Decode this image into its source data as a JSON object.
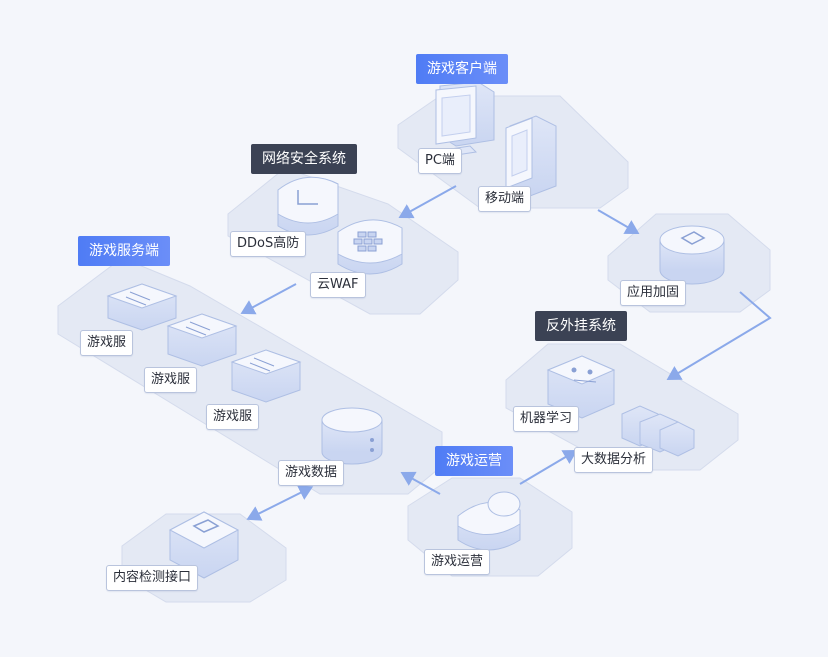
{
  "colors": {
    "background": "#f4f6fb",
    "platform": "#e4e9f4",
    "arrow": "#8ba9ea",
    "blue_header": "#5580f5",
    "dark_header": "#3b4254",
    "icon_face": "#e9eefb"
  },
  "headers": {
    "game_client": "游戏客户端",
    "network_security": "网络安全系统",
    "game_server": "游戏服务端",
    "anti_cheat": "反外挂系统",
    "game_operation": "游戏运营"
  },
  "labels": {
    "pc": "PC端",
    "mobile": "移动端",
    "ddos": "DDoS高防",
    "waf": "云WAF",
    "app_hardening": "应用加固",
    "game_server_1": "游戏服",
    "game_server_2": "游戏服",
    "game_server_3": "游戏服",
    "game_data": "游戏数据",
    "machine_learning": "机器学习",
    "big_data": "大数据分析",
    "operation": "游戏运营",
    "content_api": "内容检测接口"
  },
  "icons": {
    "pc": "pc-monitor-icon",
    "mobile": "mobile-phone-icon",
    "ddos": "shield-icon",
    "waf": "firewall-shield-icon",
    "app_hardening": "lock-icon",
    "server": "server-icon",
    "database": "database-icon",
    "machine_learning": "robot-icon",
    "big_data": "data-cluster-icon",
    "operation": "user-icon",
    "content_api": "api-plug-icon"
  }
}
